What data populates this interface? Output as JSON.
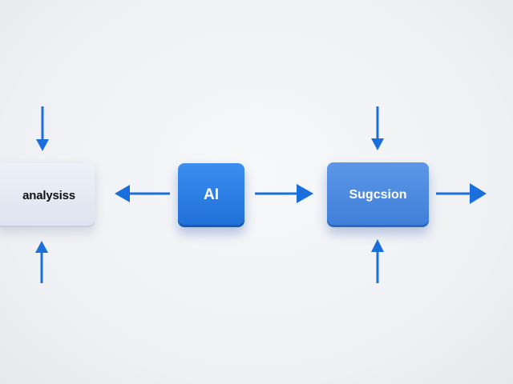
{
  "diagram": {
    "nodes": {
      "analysis": {
        "label": "analysiss"
      },
      "ai": {
        "label": "AI"
      },
      "suggestion": {
        "label": "Sugcsion"
      }
    }
  },
  "colors": {
    "arrow": "#1a6fdc",
    "ai_node": "#2a7fe6",
    "suggestion_node": "#4a88e0",
    "analysis_node": "#e4e9f3"
  }
}
